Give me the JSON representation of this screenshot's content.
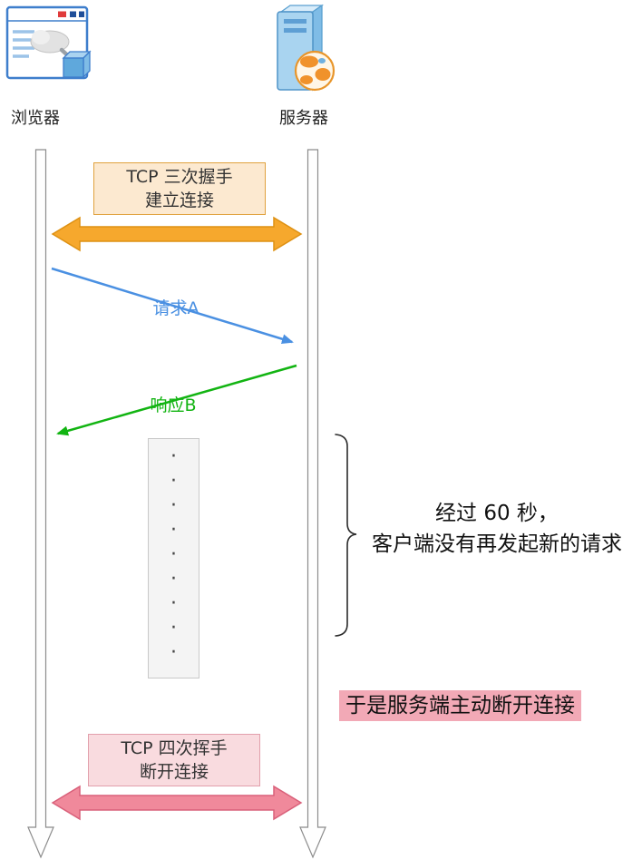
{
  "diagram": {
    "actors": {
      "browser_label": "浏览器",
      "server_label": "服务器"
    },
    "handshake_box": {
      "line1": "TCP 三次握手",
      "line2": "建立连接"
    },
    "request_arrow_label": "请求A",
    "response_arrow_label": "响应B",
    "dots_column": "·\n·\n·\n·\n·\n·\n·\n·\n·",
    "timeout_note": {
      "line1": "经过 60 秒，",
      "line2": "客户端没有再发起新的请求"
    },
    "disconnect_note": "于是服务端主动断开连接",
    "teardown_box": {
      "line1": "TCP 四次挥手",
      "line2": "断开连接"
    },
    "colors": {
      "handshake_arrow_fill": "#F6A82D",
      "handshake_arrow_stroke": "#DE9113",
      "request_arrow": "#4A90E2",
      "response_arrow": "#12B412",
      "teardown_arrow_fill": "#F0899B",
      "teardown_arrow_stroke": "#D9607A",
      "handshake_box_bg": "#FCE9D0",
      "teardown_box_bg": "#F9DBDF",
      "disconnect_highlight_bg": "#F2A9B6"
    }
  }
}
